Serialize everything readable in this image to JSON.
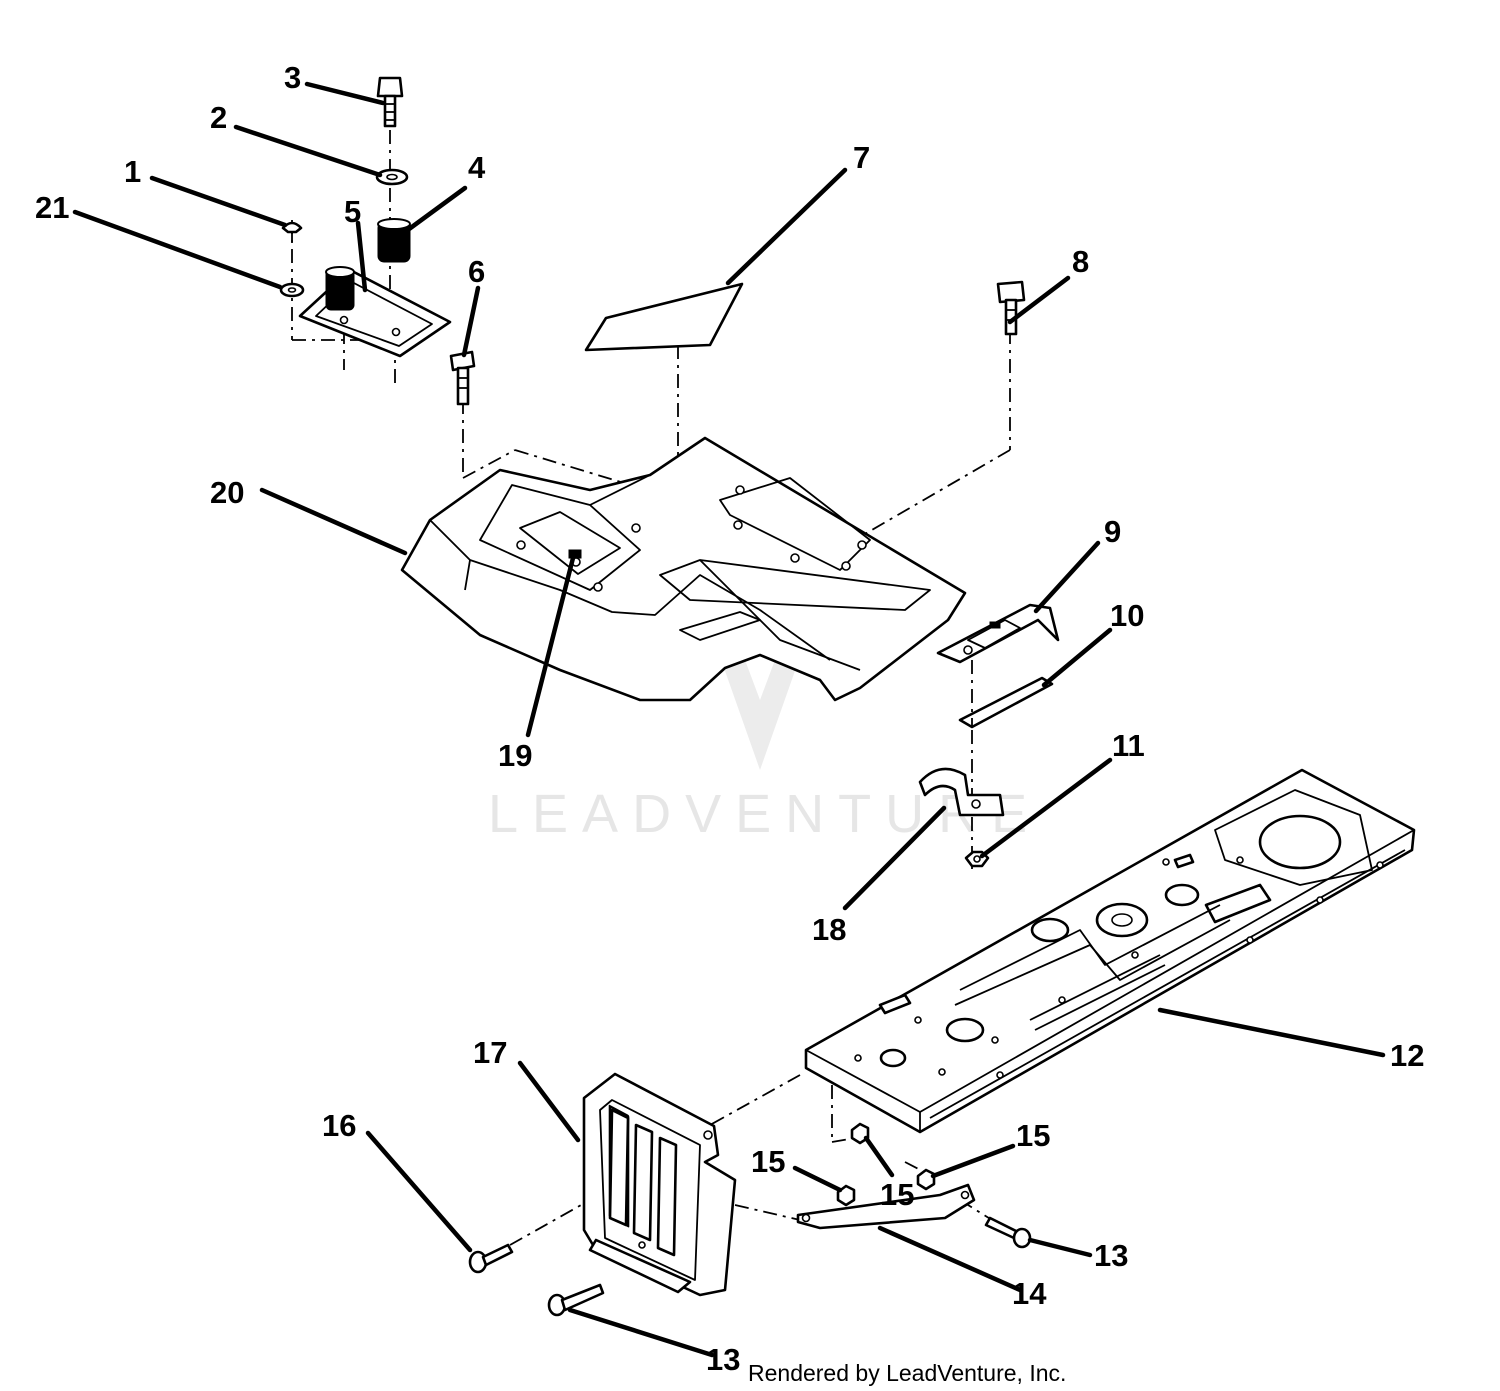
{
  "watermark": {
    "text": "LEADVENTURE",
    "color": "#e6e6e6"
  },
  "footer": {
    "text": "Rendered by LeadVenture, Inc."
  },
  "callouts": {
    "c1": "1",
    "c2": "2",
    "c3": "3",
    "c4": "4",
    "c5": "5",
    "c6": "6",
    "c7": "7",
    "c8": "8",
    "c9": "9",
    "c10": "10",
    "c11": "11",
    "c12": "12",
    "c13a": "13",
    "c13b": "13",
    "c14": "14",
    "c15a": "15",
    "c15b": "15",
    "c15c": "15",
    "c16": "16",
    "c17": "17",
    "c18": "18",
    "c19": "19",
    "c20": "20",
    "c21": "21"
  }
}
